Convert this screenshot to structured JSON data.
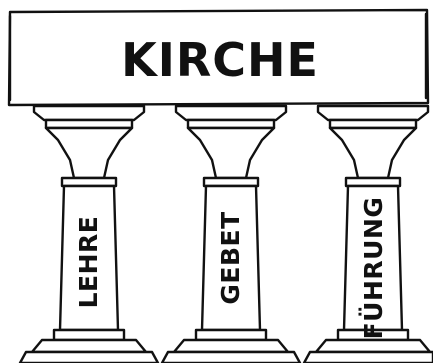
{
  "title": "KIRCHE",
  "pillars": [
    {
      "label": "LEHRE"
    },
    {
      "label": "GEBET"
    },
    {
      "label": "FÜHRUNG"
    }
  ]
}
